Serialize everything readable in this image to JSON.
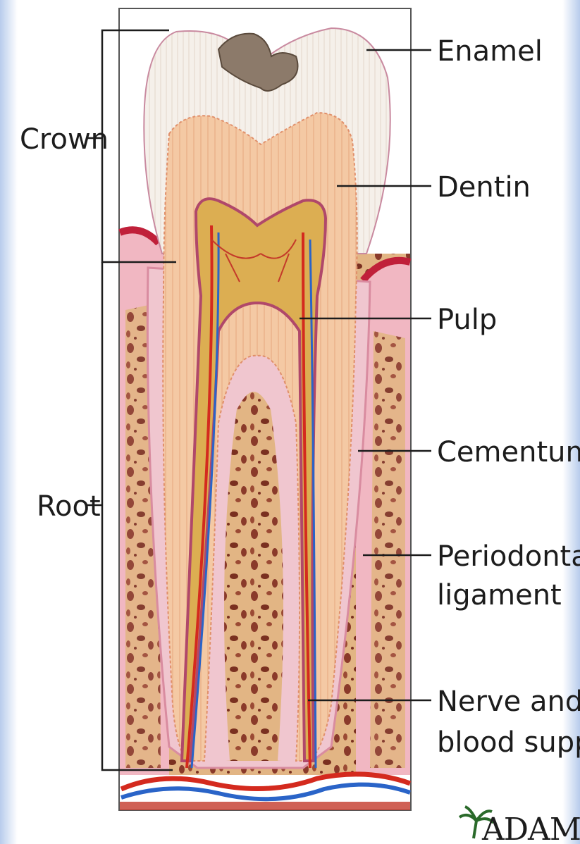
{
  "left_labels": {
    "crown": "Crown",
    "root": "Root"
  },
  "right_labels": {
    "enamel": "Enamel",
    "dentin": "Dentin",
    "pulp": "Pulp",
    "cementum": "Cementum",
    "periodontal_line1": "Periodontal",
    "periodontal_line2": "ligament",
    "nerve_line1": "Nerve and",
    "nerve_line2": "blood supply"
  },
  "logo": {
    "text": "ADAM.",
    "icon": "palm-tree-icon"
  },
  "colors": {
    "enamel": "#f4efe9",
    "dentin": "#f2c7a2",
    "pulp": "#dcae52",
    "gum": "#f1b7c2",
    "bone": "#e2b584",
    "bone_spots": "#8a3a2a",
    "artery": "#d42a1e",
    "vein": "#2a64c8",
    "ink": "#1c1c1c"
  }
}
